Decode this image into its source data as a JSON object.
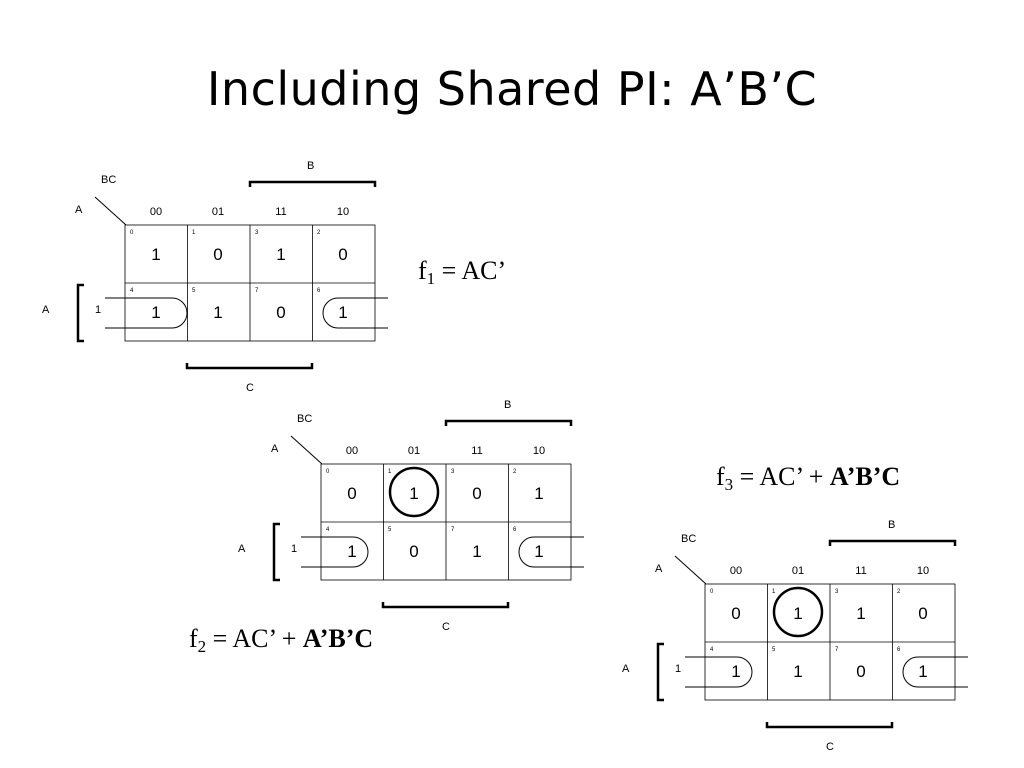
{
  "title": "Including Shared PI: A’B’C",
  "maps": [
    {
      "id": "map1",
      "labels": {
        "bc": "BC",
        "a_corner": "A",
        "b_bracket": "B",
        "c_bracket": "C",
        "a_side": "A",
        "row1": "1"
      },
      "col_headers": [
        "00",
        "01",
        "11",
        "10"
      ],
      "minterms": [
        [
          "0",
          "1",
          "3",
          "2"
        ],
        [
          "4",
          "5",
          "7",
          "6"
        ]
      ],
      "values": [
        [
          "1",
          "0",
          "1",
          "0"
        ],
        [
          "1",
          "1",
          "0",
          "1"
        ]
      ],
      "circled": false
    },
    {
      "id": "map2",
      "labels": {
        "bc": "BC",
        "a_corner": "A",
        "b_bracket": "B",
        "c_bracket": "C",
        "a_side": "A",
        "row1": "1"
      },
      "col_headers": [
        "00",
        "01",
        "11",
        "10"
      ],
      "minterms": [
        [
          "0",
          "1",
          "3",
          "2"
        ],
        [
          "4",
          "5",
          "7",
          "6"
        ]
      ],
      "values": [
        [
          "0",
          "1",
          "0",
          "1"
        ],
        [
          "1",
          "0",
          "1",
          "1"
        ]
      ],
      "circled": true
    },
    {
      "id": "map3",
      "labels": {
        "bc": "BC",
        "a_corner": "A",
        "b_bracket": "B",
        "c_bracket": "C",
        "a_side": "A",
        "row1": "1"
      },
      "col_headers": [
        "00",
        "01",
        "11",
        "10"
      ],
      "minterms": [
        [
          "0",
          "1",
          "3",
          "2"
        ],
        [
          "4",
          "5",
          "7",
          "6"
        ]
      ],
      "values": [
        [
          "0",
          "1",
          "1",
          "0"
        ],
        [
          "1",
          "1",
          "0",
          "1"
        ]
      ],
      "circled": true
    }
  ],
  "equations": {
    "f1": {
      "name": "f",
      "sub": "1",
      "rest": " = AC’"
    },
    "f2": {
      "name": "f",
      "sub": "2",
      "rest": " = AC’ + ",
      "bold": "A’B’C"
    },
    "f3": {
      "name": "f",
      "sub": "3",
      "rest": " = AC’ + ",
      "bold": "A’B’C"
    }
  }
}
